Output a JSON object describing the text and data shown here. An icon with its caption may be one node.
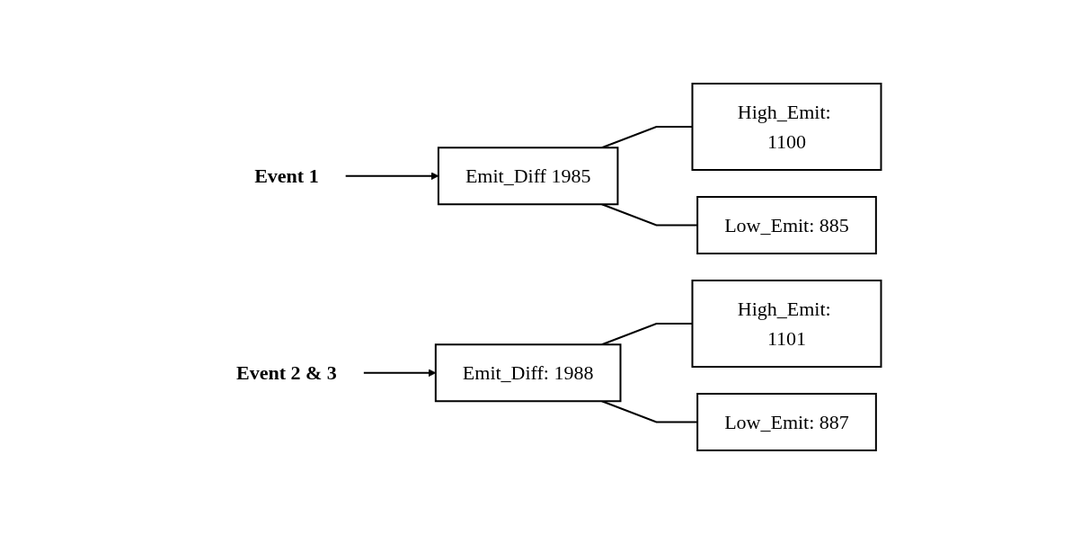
{
  "diagram": {
    "nodes": [
      {
        "text": [
          "Event 1"
        ]
      },
      {
        "text": [
          "Emit_Diff 1985"
        ]
      },
      {
        "text": [
          "High_Emit: 1100"
        ]
      },
      {
        "text": [
          "Low_Emit: 885"
        ]
      },
      {
        "text": [
          "Event 2 & 3"
        ]
      },
      {
        "text": [
          "Emit_Diff: 1988"
        ]
      },
      {
        "text": [
          "High_Emit: 1101"
        ]
      },
      {
        "text": [
          "Low_Emit: 887"
        ]
      }
    ],
    "edges": [
      {
        "from": 0,
        "to": 1,
        "arrow": "to"
      },
      {
        "from": 1,
        "to": 2,
        "arrow": "none"
      },
      {
        "from": 1,
        "to": 3,
        "arrow": "none"
      },
      {
        "from": 4,
        "to": 5,
        "arrow": "to"
      },
      {
        "from": 5,
        "to": 6,
        "arrow": "none"
      },
      {
        "from": 5,
        "to": 7,
        "arrow": "none"
      }
    ]
  }
}
